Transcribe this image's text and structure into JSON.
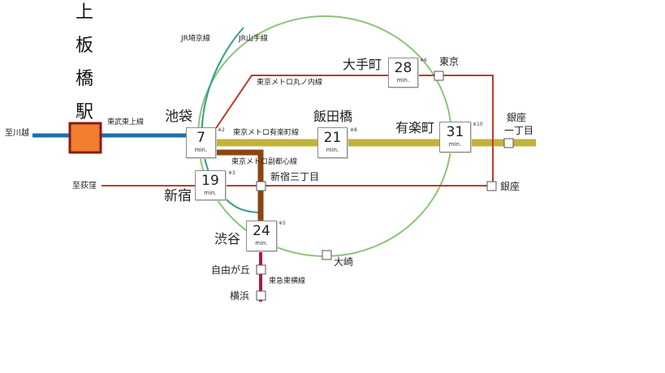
{
  "origin": {
    "chars": [
      "上",
      "板",
      "橋",
      "駅"
    ],
    "marker_color": "#f08030"
  },
  "lines": {
    "jr_saikyo": "JR埼京線",
    "jr_yamanote": "JR山手線",
    "tobu_tojo": "東武東上線",
    "marunouchi": "東京メトロ丸ノ内線",
    "yurakucho": "東京メトロ有楽町線",
    "fukutoshin": "東京メトロ副都心線",
    "toyoko": "東急東横線"
  },
  "line_colors": {
    "tobu_tojo": "#1f6fa8",
    "yurakucho": "#c2b23a",
    "marunouchi": "#c0392b",
    "fukutoshin": "#8b4513",
    "yamanote": "#7fbf5a",
    "saikyo": "#2f9c8c",
    "toyoko": "#b0174a"
  },
  "stations": {
    "to_kawagoe": "至川越",
    "to_ogikubo": "至荻窪",
    "ikebukuro": "池袋",
    "otemachi": "大手町",
    "tokyo": "東京",
    "iidabashi": "飯田橋",
    "yurakucho": "有楽町",
    "ginza_itchome_1": "銀座",
    "ginza_itchome_2": "一丁目",
    "shinjuku_sanchome": "新宿三丁目",
    "ginza": "銀座",
    "shinjuku": "新宿",
    "shibuya": "渋谷",
    "osaki": "大崎",
    "jiyugaoka": "自由が丘",
    "yokohama": "横浜"
  },
  "times": {
    "unit": "min.",
    "ikebukuro": {
      "value": "7",
      "note": "※2"
    },
    "otemachi": {
      "value": "28",
      "note": "※6"
    },
    "iidabashi": {
      "value": "21",
      "note": "※8"
    },
    "yurakucho": {
      "value": "31",
      "note": "※10"
    },
    "shinjuku": {
      "value": "19",
      "note": "※3"
    },
    "shibuya": {
      "value": "24",
      "note": "※5"
    }
  }
}
